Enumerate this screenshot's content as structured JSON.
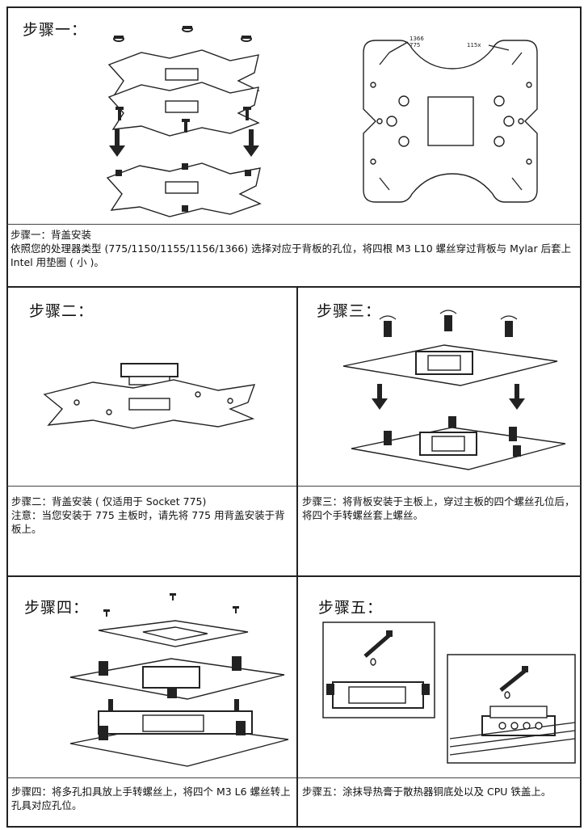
{
  "step1": {
    "title": "步骤一：",
    "caption_heading": "步骤一：背盖安装",
    "caption_body": "依照您的处理器类型 (775/1150/1155/1156/1366) 选择对应于背板的孔位，将四根 M3 L10 螺丝穿过背板与 Mylar 后套上 Intel 用垫圈 ( 小 )。",
    "label_1366": "1366",
    "label_775": "775",
    "label_115x": "115x"
  },
  "step2": {
    "title": "步骤二：",
    "caption_line1": "步骤二：背盖安装 ( 仅适用于 Socket 775)",
    "caption_line2": "注意：当您安装于 775 主板时，请先将 775 用背盖安装于背板上。"
  },
  "step3": {
    "title": "步骤三：",
    "caption": "步骤三：将背板安装于主板上，穿过主板的四个螺丝孔位后，将四个手转螺丝套上螺丝。"
  },
  "step4": {
    "title": "步骤四：",
    "caption": "步骤四：将多孔扣具放上手转螺丝上，将四个 M3 L6 螺丝转上孔具对应孔位。"
  },
  "step5": {
    "title": "步骤五：",
    "caption": "步骤五：涂抹导热膏于散热器铜底处以及 CPU 铁盖上。"
  }
}
